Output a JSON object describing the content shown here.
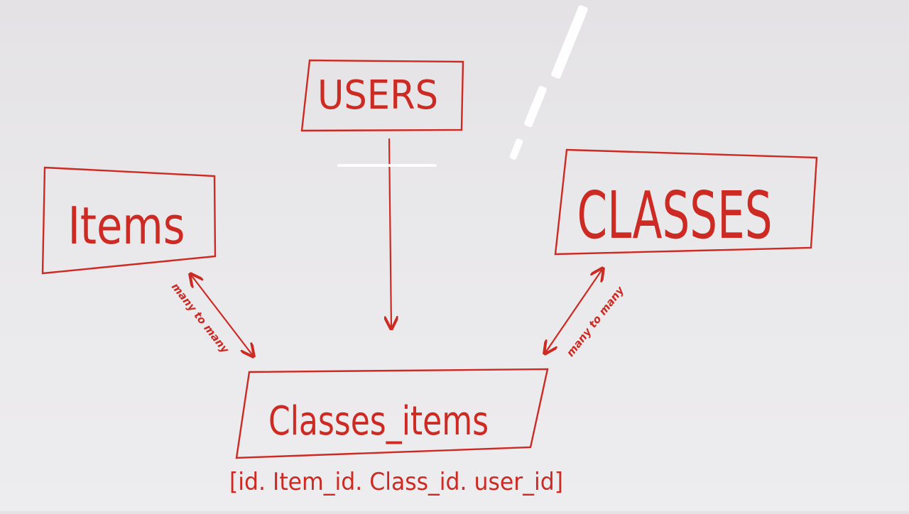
{
  "diagram": {
    "entities": {
      "users": "USERS",
      "items": "Items",
      "classes": "CLASSES",
      "classes_items": "Classes_items"
    },
    "relations": {
      "items_to_classes_items": "many to many",
      "classes_to_classes_items": "many to many"
    },
    "fields_note": "[id. Item_id. Class_id. user_id]"
  },
  "colors": {
    "marker": "#cc2a22",
    "whiteboard": "#e9e8ea"
  }
}
